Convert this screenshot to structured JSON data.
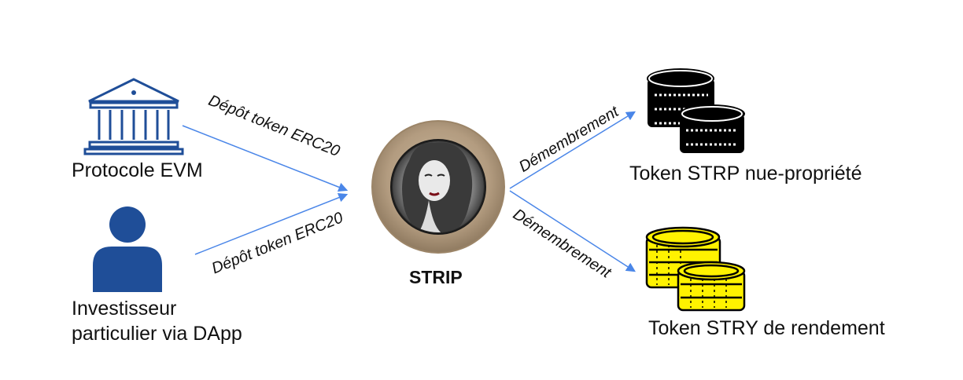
{
  "nodes": {
    "protocol": {
      "label": "Protocole EVM",
      "icon": "bank-building-icon"
    },
    "investor": {
      "label_line1": "Investisseur",
      "label_line2": "particulier via DApp",
      "icon": "person-icon"
    },
    "strip": {
      "label": "STRIP",
      "icon": "vintage-portrait-coin-icon"
    },
    "strp": {
      "label": "Token STRP nue-propriété",
      "icon": "black-coin-stack-icon"
    },
    "stry": {
      "label": "Token STRY de rendement",
      "icon": "yellow-coin-stack-icon"
    }
  },
  "edges": {
    "deposit_top": "Dépôt token ERC20",
    "deposit_bottom": "Dépôt token ERC20",
    "split_top": "Démembrement",
    "split_bottom": "Démembrement"
  },
  "colors": {
    "arrow": "#4a86e8",
    "icon_blue": "#1f4e98",
    "coin_black": "#000000",
    "coin_yellow": "#fff200",
    "medallion_ring": "#b09a80"
  }
}
